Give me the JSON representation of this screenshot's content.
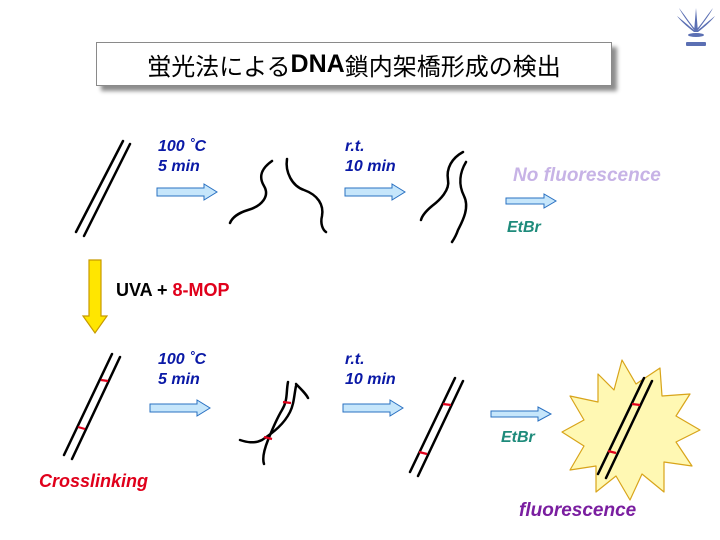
{
  "title": {
    "prefix": "蛍光法による",
    "dna": "DNA",
    "suffix": "鎖内架橋形成の検出"
  },
  "top_row": {
    "step1": {
      "temp": "100 ˚C",
      "time": "5 min"
    },
    "step2": {
      "cond": "r.t.",
      "time": "10 min"
    },
    "stain": "EtBr",
    "result": "No fluorescence"
  },
  "treatment": {
    "prefix": "UVA + ",
    "reagent": "8-MOP"
  },
  "bottom_row": {
    "label": "Crosslinking",
    "step1": {
      "temp": "100 ˚C",
      "time": "5 min"
    },
    "step2": {
      "cond": "r.t.",
      "time": "10 min"
    },
    "stain": "EtBr",
    "result": "fluorescence"
  },
  "colors": {
    "arrow_fill": "#c6e6fb",
    "arrow_stroke": "#2a71c2",
    "down_arrow_fill": "#ffe600",
    "down_arrow_stroke": "#c79a00",
    "crosslink": "#e0001b",
    "burst_fill": "#fff8b3",
    "burst_stroke": "#d8a41a"
  },
  "icons": [
    "university-logo-icon"
  ]
}
